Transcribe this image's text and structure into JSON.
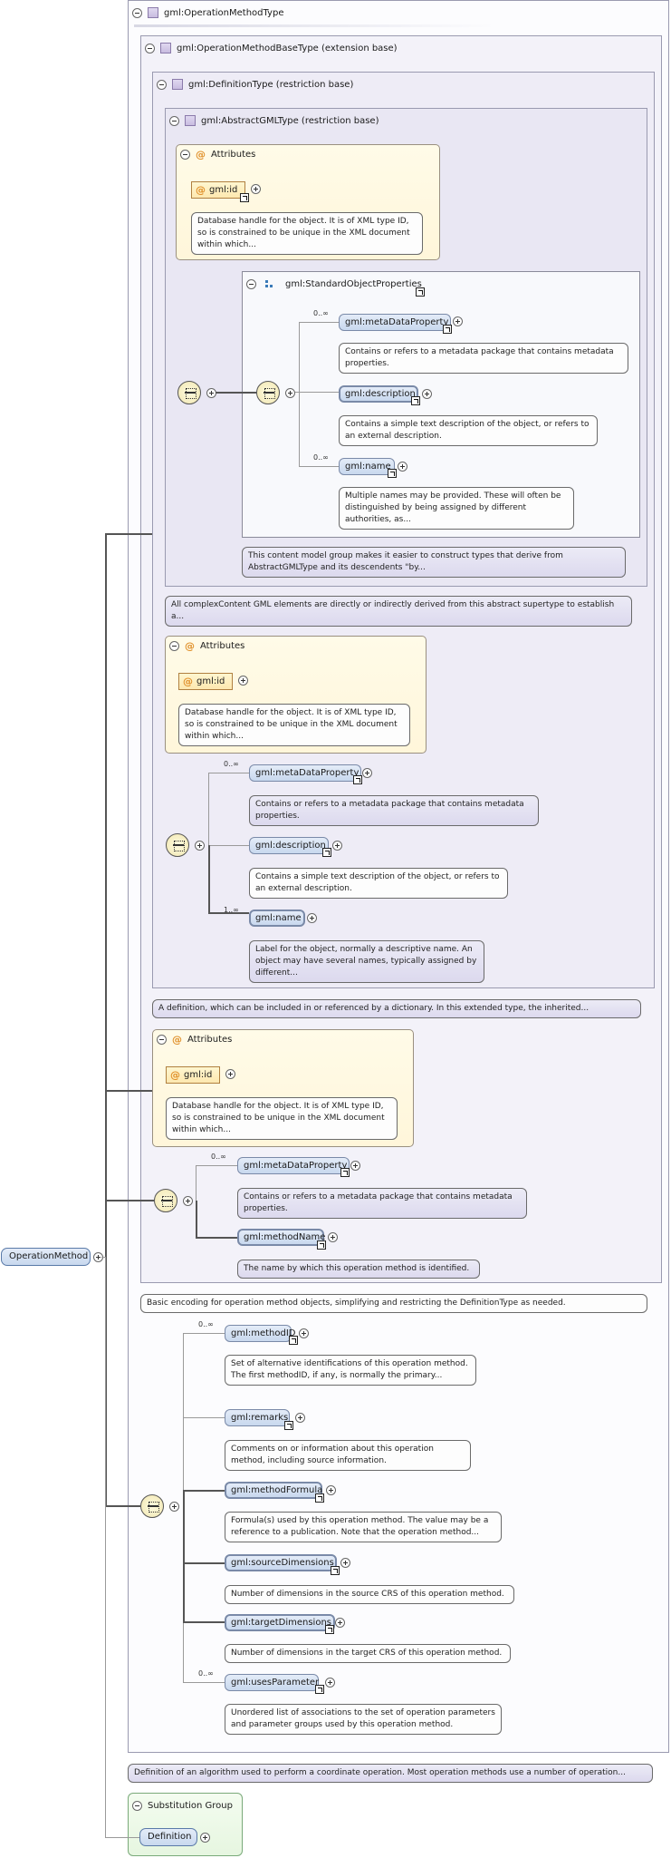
{
  "root": {
    "name": "OperationMethod"
  },
  "types": {
    "operation_method_type": "gml:OperationMethodType",
    "operation_method_base_type": "gml:OperationMethodBaseType (extension base)",
    "definition_type": "gml:DefinitionType (restriction base)",
    "abstract_gml_type": "gml:AbstractGMLType (restriction base)"
  },
  "attributes_label": "Attributes",
  "attribute_id": {
    "name": "gml:id",
    "doc": "Database handle for the object. It is of XML type ID, so is constrained to be unique in the XML document within which..."
  },
  "standard_object_properties": {
    "title": "gml:StandardObjectProperties",
    "elements": [
      {
        "occ": "0..∞",
        "name": "gml:metaDataProperty",
        "doc": "Contains or refers to a metadata package that contains metadata properties."
      },
      {
        "occ": "",
        "name": "gml:description",
        "doc": "Contains a simple text description of the object, or refers to an external description."
      },
      {
        "occ": "0..∞",
        "name": "gml:name",
        "doc": "Multiple names may be provided. These will often be distinguished by being assigned by different authorities, as..."
      }
    ],
    "doc": "This content model group makes it easier to construct types that derive from AbstractGMLType and its descendents \"by..."
  },
  "abstract_gml_doc": "All complexContent GML elements are directly or indirectly derived from this abstract supertype to establish a...",
  "definition_elements": [
    {
      "occ": "0..∞",
      "name": "gml:metaDataProperty",
      "doc": "Contains or refers to a metadata package that contains metadata properties."
    },
    {
      "occ": "",
      "name": "gml:description",
      "doc": "Contains a simple text description of the object, or refers to an external description."
    },
    {
      "occ": "1..∞",
      "name": "gml:name",
      "doc": "Label for the object, normally a descriptive name. An object may have several names, typically assigned by different..."
    }
  ],
  "definition_doc": "A definition, which can be included in or referenced by a dictionary. In this extended type, the inherited...",
  "base_elements": [
    {
      "occ": "0..∞",
      "name": "gml:metaDataProperty",
      "doc": "Contains or refers to a metadata package that contains metadata properties."
    },
    {
      "occ": "",
      "name": "gml:methodName",
      "doc": "The name by which this operation method is identified."
    }
  ],
  "base_doc": "Basic encoding for operation method objects, simplifying and restricting the DefinitionType as needed.",
  "method_elements": [
    {
      "occ": "0..∞",
      "name": "gml:methodID",
      "doc": "Set of alternative identifications of this operation method. The first methodID, if any, is normally the primary..."
    },
    {
      "occ": "",
      "name": "gml:remarks",
      "doc": "Comments on or information about this operation method, including source information."
    },
    {
      "occ": "",
      "name": "gml:methodFormula",
      "doc": "Formula(s) used by this operation method. The value may be a reference to a publication. Note that the operation method..."
    },
    {
      "occ": "",
      "name": "gml:sourceDimensions",
      "doc": "Number of dimensions in the source CRS of this operation method."
    },
    {
      "occ": "",
      "name": "gml:targetDimensions",
      "doc": "Number of dimensions in the target CRS of this operation method."
    },
    {
      "occ": "0..∞",
      "name": "gml:usesParameter",
      "doc": "Unordered list of associations to the set of operation parameters and parameter groups used by this operation method."
    }
  ],
  "type_doc": "Definition of an algorithm used to perform a coordinate operation. Most operation methods use a number of operation...",
  "substitution": {
    "title": "Substitution Group",
    "element": "Definition"
  },
  "colors": {
    "element_fill": "#c8d8ee",
    "attribute_fill": "#fff6da",
    "type_fill": "#f2f0f8",
    "substitution_fill": "#e6f6e0"
  }
}
